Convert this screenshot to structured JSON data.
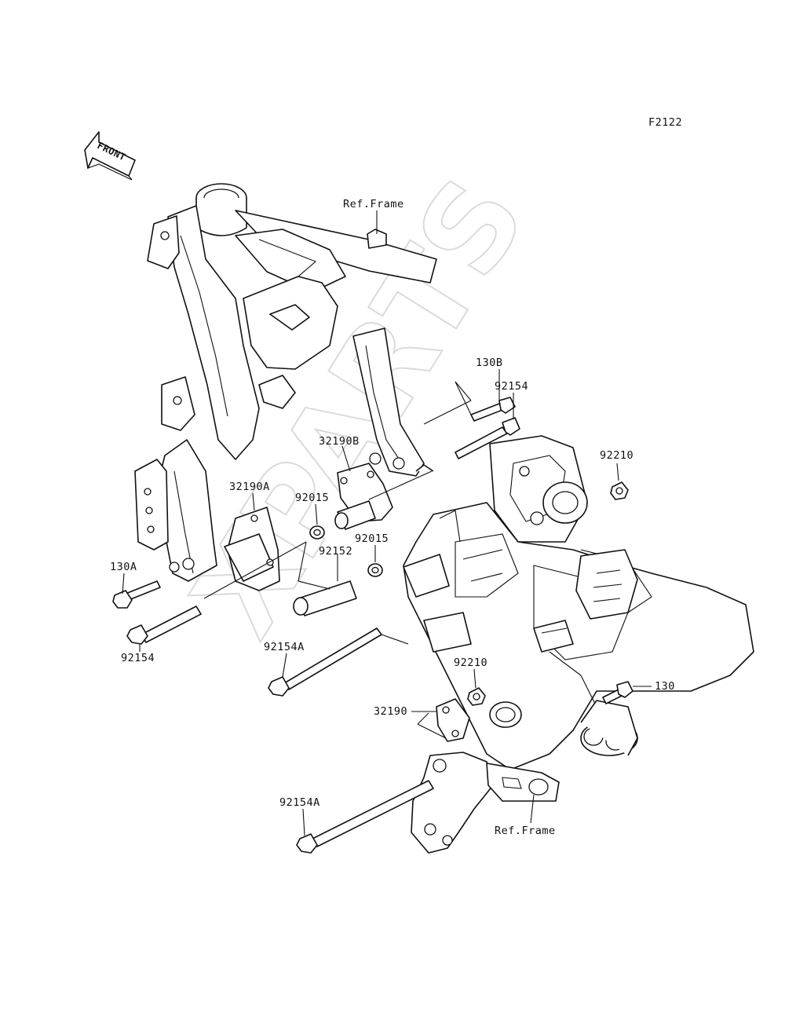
{
  "figure_code": "F2122",
  "front_label": "FRONT",
  "watermark": "XPARTS",
  "labels": {
    "ref_frame_top": "Ref.Frame",
    "ref_frame_bottom": "Ref.Frame",
    "p130B": "130B",
    "p92154_right": "92154",
    "p92210_top": "92210",
    "p32190B": "32190B",
    "p32190A": "32190A",
    "p92015_left": "92015",
    "p92015_right": "92015",
    "p92152": "92152",
    "p130A": "130A",
    "p92154_left": "92154",
    "p92154A_mid": "92154A",
    "p92210_bottom": "92210",
    "p130": "130",
    "p32190": "32190",
    "p92154A_bottom": "92154A"
  }
}
